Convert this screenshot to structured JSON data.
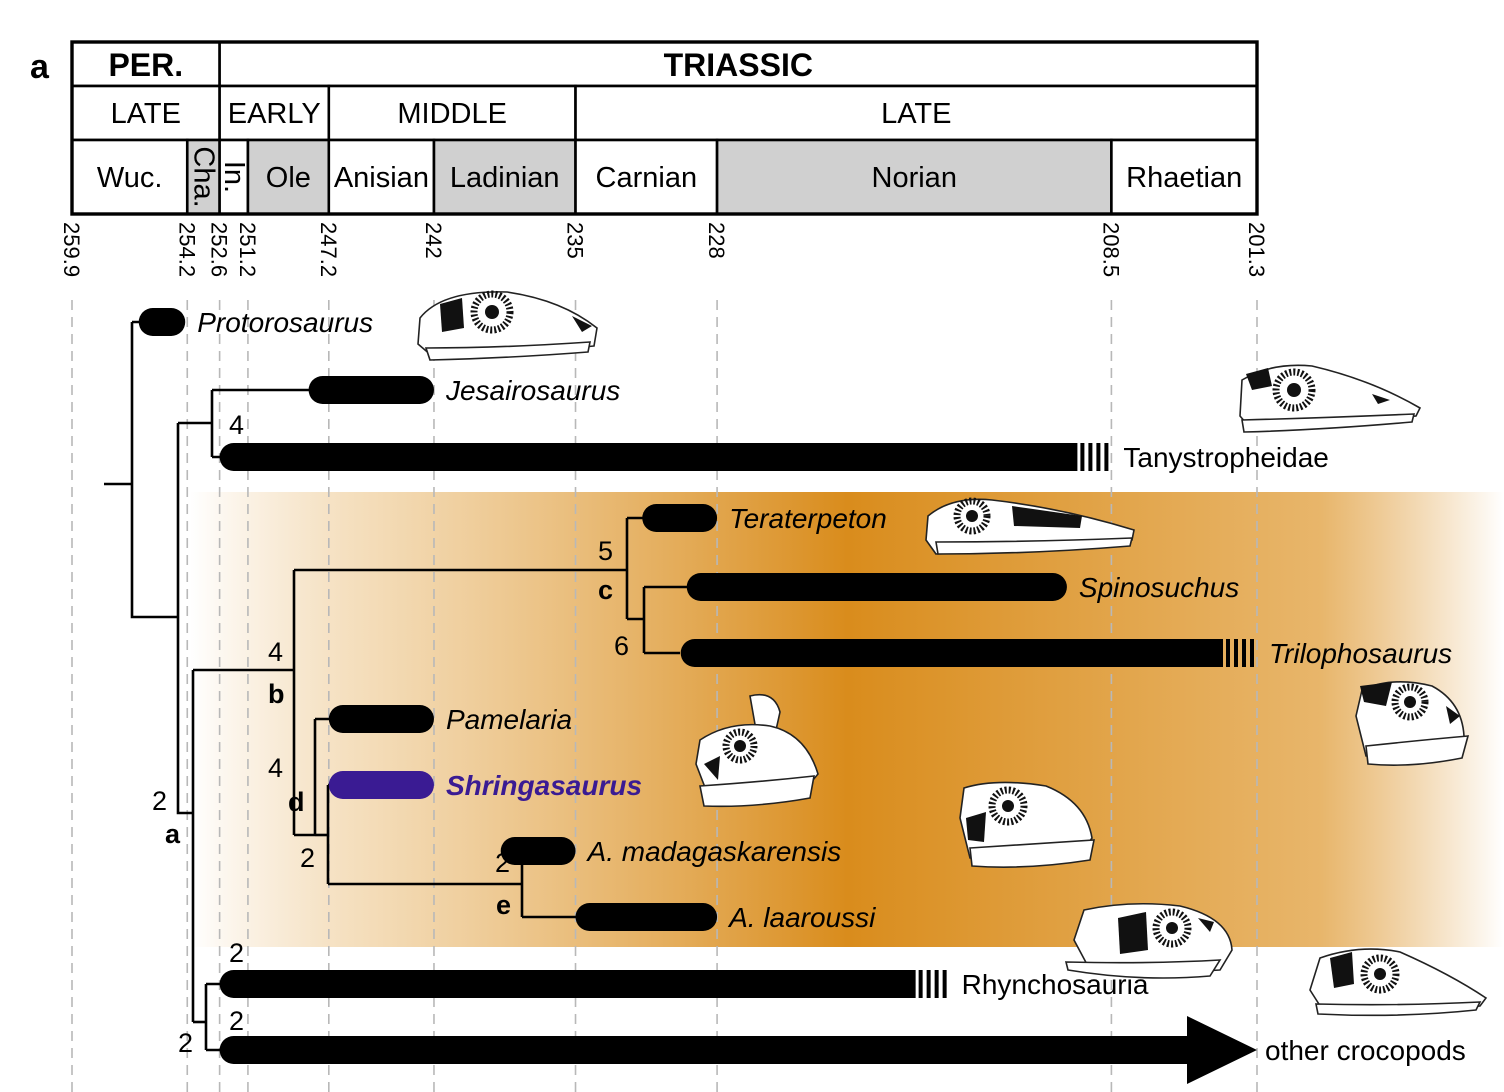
{
  "panel_label": "a",
  "timescale": {
    "periods": [
      {
        "label": "PER.",
        "start": 259.9,
        "end": 252.6
      },
      {
        "label": "TRIASSIC",
        "start": 252.6,
        "end": 201.3
      }
    ],
    "epochs": [
      {
        "label": "LATE",
        "start": 259.9,
        "end": 252.6
      },
      {
        "label": "EARLY",
        "start": 252.6,
        "end": 247.2
      },
      {
        "label": "MIDDLE",
        "start": 247.2,
        "end": 235
      },
      {
        "label": "LATE",
        "start": 235,
        "end": 201.3
      }
    ],
    "stages": [
      {
        "label": "Wuc.",
        "start": 259.9,
        "end": 254.2,
        "shade": "#ffffff",
        "vertical": false
      },
      {
        "label": "Cha.",
        "start": 254.2,
        "end": 252.6,
        "shade": "#d0d0d0",
        "vertical": true
      },
      {
        "label": "In.",
        "start": 252.6,
        "end": 251.2,
        "shade": "#ffffff",
        "vertical": true
      },
      {
        "label": "Ole",
        "start": 251.2,
        "end": 247.2,
        "shade": "#d0d0d0",
        "vertical": false
      },
      {
        "label": "Anisian",
        "start": 247.2,
        "end": 242,
        "shade": "#ffffff",
        "vertical": false
      },
      {
        "label": "Ladinian",
        "start": 242,
        "end": 235,
        "shade": "#d0d0d0",
        "vertical": false
      },
      {
        "label": "Carnian",
        "start": 235,
        "end": 228,
        "shade": "#ffffff",
        "vertical": false
      },
      {
        "label": "Norian",
        "start": 228,
        "end": 208.5,
        "shade": "#d0d0d0",
        "vertical": false
      },
      {
        "label": "Rhaetian",
        "start": 208.5,
        "end": 201.3,
        "shade": "#ffffff",
        "vertical": false
      }
    ],
    "ticks": [
      {
        "value": 259.9,
        "label": "259.9"
      },
      {
        "value": 254.2,
        "label": "254.2"
      },
      {
        "value": 252.6,
        "label": "252.6"
      },
      {
        "value": 251.2,
        "label": "251.2"
      },
      {
        "value": 247.2,
        "label": "247.2"
      },
      {
        "value": 242,
        "label": "242"
      },
      {
        "value": 235,
        "label": "235"
      },
      {
        "value": 228,
        "label": "228"
      },
      {
        "value": 208.5,
        "label": "208.5"
      },
      {
        "value": 201.3,
        "label": "201.3"
      }
    ]
  },
  "taxa": [
    {
      "id": "protorosaurus",
      "label": "Protorosaurus",
      "style": "italic",
      "start": 256.6,
      "end": 254.3,
      "cont": false
    },
    {
      "id": "jesairosaurus",
      "label": "Jesairosaurus",
      "style": "italic",
      "start": 248.2,
      "end": 242.0,
      "cont": false
    },
    {
      "id": "tanystropheidae",
      "label": "Tanystropheidae",
      "style": "normal",
      "start": 252.6,
      "end": 208.5,
      "cont": true
    },
    {
      "id": "teraterpeton",
      "label": "Teraterpeton",
      "style": "italic",
      "start": 231.7,
      "end": 228.0,
      "cont": false
    },
    {
      "id": "spinosuchus",
      "label": "Spinosuchus",
      "style": "italic",
      "start": 229.5,
      "end": 210.7,
      "cont": false
    },
    {
      "id": "trilophosaurus",
      "label": "Trilophosaurus",
      "style": "italic",
      "start": 229.8,
      "end": 201.3,
      "cont": true
    },
    {
      "id": "pamelaria",
      "label": "Pamelaria",
      "style": "italic",
      "start": 247.2,
      "end": 242.0,
      "cont": false
    },
    {
      "id": "shringasaurus",
      "label": "Shringasaurus",
      "style": "highlight",
      "start": 247.2,
      "end": 242.0,
      "cont": false
    },
    {
      "id": "a-madagaskarensis",
      "label": "A. madagaskarensis",
      "style": "italic",
      "start": 238.7,
      "end": 235.0,
      "cont": false
    },
    {
      "id": "a-laaroussi",
      "label": "A. laaroussi",
      "style": "italic",
      "start": 235.0,
      "end": 228.0,
      "cont": false
    },
    {
      "id": "rhynchosauria",
      "label": "Rhynchosauria",
      "style": "normal",
      "start": 252.6,
      "end": 216.5,
      "cont": true
    },
    {
      "id": "other-crocopods",
      "label": "other crocopods",
      "style": "normal",
      "start": 252.6,
      "end": 201.3,
      "cont": false,
      "arrow": true
    }
  ],
  "node_support": {
    "jesairosaurus_tanystropheidae": "4",
    "clade_c_upper": "5",
    "clade_c_lower": "6",
    "clade_b": "4",
    "clade_d": "4",
    "azendohsaurid_inner": "2",
    "clade_a": "2",
    "clade_e": "2",
    "rhynchosauria": "2",
    "other_crocopods": "2",
    "crocopoda": "2"
  },
  "node_labels": {
    "a": "a",
    "b": "b",
    "c": "c",
    "d": "d",
    "e": "e"
  },
  "colors": {
    "highlight_taxon": "#3a1b93",
    "shading": "#d98c1c",
    "bars": "#000000"
  }
}
